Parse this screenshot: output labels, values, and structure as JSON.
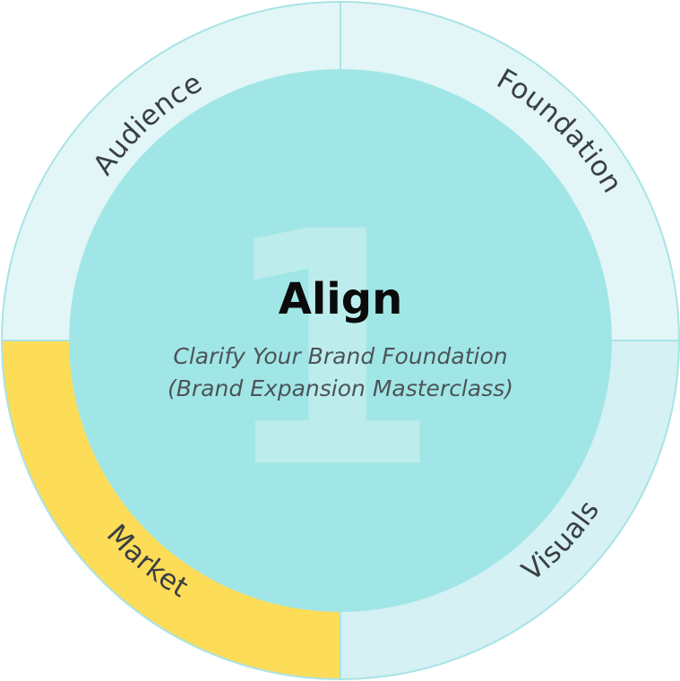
{
  "diagram": {
    "step_number": "1",
    "title": "Align",
    "subtitle_line1": "Clarify Your Brand Foundation",
    "subtitle_line2": "(Brand Expansion Masterclass)",
    "segments": [
      {
        "id": "audience",
        "label": "Audience",
        "color": "#e3f6f7"
      },
      {
        "id": "foundation",
        "label": "Foundation",
        "color": "#e3f6f7"
      },
      {
        "id": "visuals",
        "label": "Visuals",
        "color": "#d5f1f3"
      },
      {
        "id": "market",
        "label": "Market",
        "color": "#fddc58"
      }
    ],
    "colors": {
      "center": "#a1e6e6",
      "ring_stroke": "#a8e3e6",
      "highlight": "#fddc58"
    }
  }
}
